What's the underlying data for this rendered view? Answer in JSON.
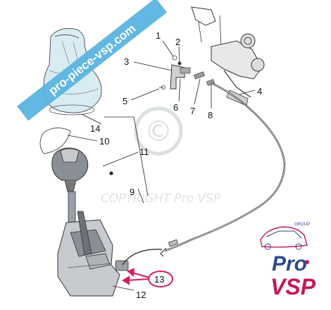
{
  "banner": {
    "text": "pro-piece-vsp.com",
    "color": "#5ab4e0"
  },
  "watermark": {
    "text": "COPYRIGHT Pro VSP",
    "symbol": "©"
  },
  "logo": {
    "group": "GROUP",
    "line1": "Pro",
    "line2": "VSP",
    "accent": "#c2185b",
    "blue": "#2b4a8a"
  },
  "callouts": [
    {
      "id": "1",
      "label": "1"
    },
    {
      "id": "2",
      "label": "2"
    },
    {
      "id": "3",
      "label": "3"
    },
    {
      "id": "4",
      "label": "4"
    },
    {
      "id": "5",
      "label": "5"
    },
    {
      "id": "6",
      "label": "6"
    },
    {
      "id": "7",
      "label": "7"
    },
    {
      "id": "8",
      "label": "8"
    },
    {
      "id": "9",
      "label": "9"
    },
    {
      "id": "10",
      "label": "10"
    },
    {
      "id": "11",
      "label": "11"
    },
    {
      "id": "12",
      "label": "12"
    },
    {
      "id": "13",
      "label": "13",
      "highlighted": true
    },
    {
      "id": "14",
      "label": "14"
    }
  ],
  "highlight_color": "#d81b60"
}
